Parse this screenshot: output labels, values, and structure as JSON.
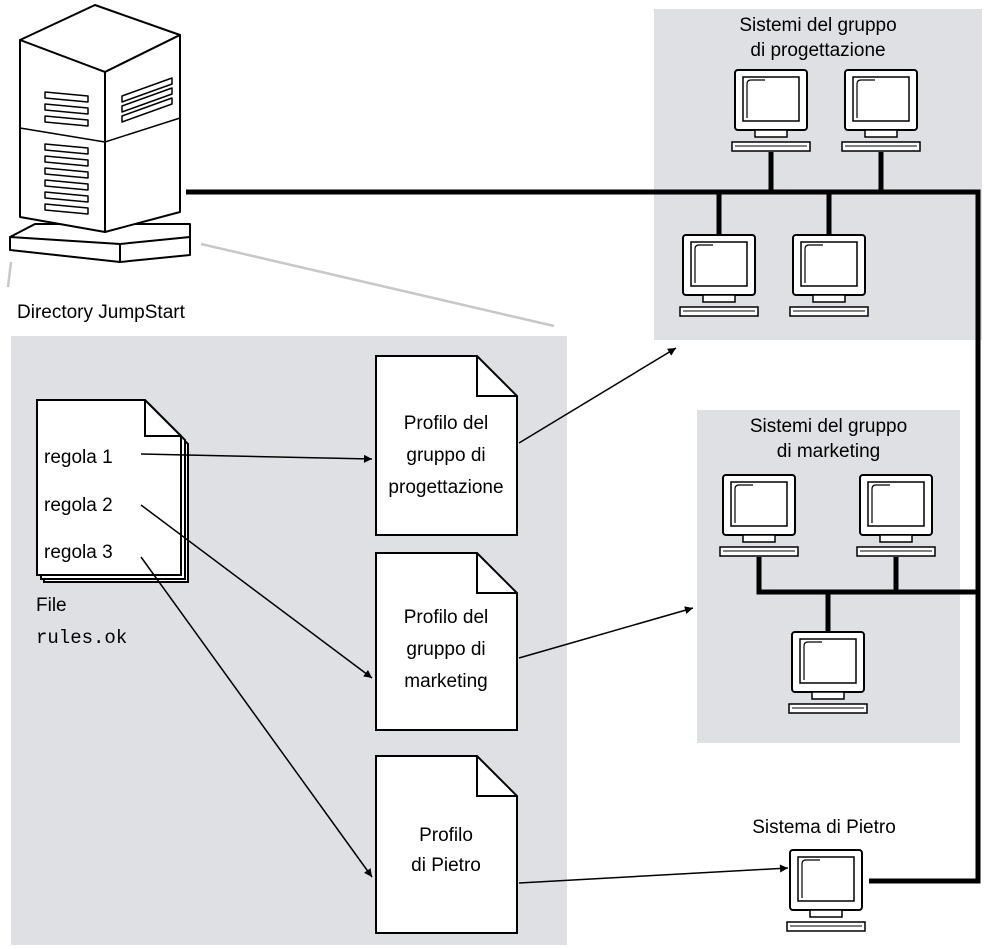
{
  "server_label": "Directory JumpStart",
  "rules_file": {
    "rules": [
      "regola 1",
      "regola 2",
      "regola 3"
    ],
    "caption_line1": "File",
    "caption_line2": "rules.ok"
  },
  "profiles": {
    "engineering": [
      "Profilo del",
      "gruppo di",
      "progettazione"
    ],
    "marketing": [
      "Profilo del",
      "gruppo di",
      "marketing"
    ],
    "pietro": [
      "Profilo",
      "di Pietro"
    ]
  },
  "groups": {
    "engineering": [
      "Sistemi del gruppo",
      "di progettazione"
    ],
    "marketing": [
      "Sistemi del gruppo",
      "di marketing"
    ],
    "pietro": "Sistema di Pietro"
  },
  "colors": {
    "panel_gray": "#dfe0e4",
    "line": "#000000",
    "monitor_screen": "#ffffff"
  },
  "icons": [
    "server-icon",
    "rules-file-icon",
    "profile-document-icon",
    "computer-icon",
    "arrow-icon"
  ]
}
